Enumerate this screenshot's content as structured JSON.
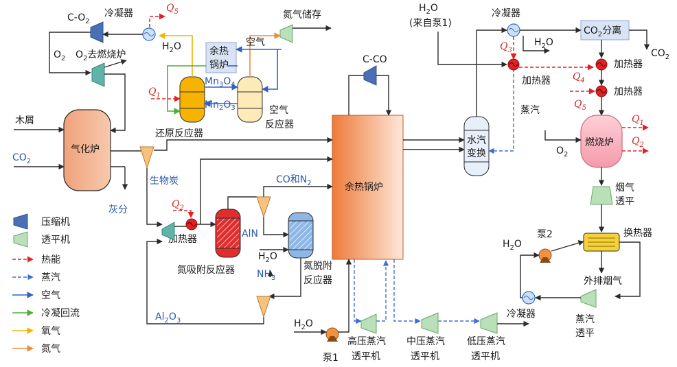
{
  "labels": {
    "c_o2": "C-O",
    "c_o2_sub": "2",
    "condenser_top_left": "冷凝器",
    "q5": "Q",
    "q5_sub": "5",
    "h2o_left": "H",
    "h2o_left_sub": "2",
    "h2o_left_tail": "O",
    "o2": "O",
    "o2_sub": "2",
    "o2_to_burner": "O",
    "o2_to_burner_sub": "2",
    "o2_to_burner_tail": "去燃烧炉",
    "whb_small": "余热",
    "whb_small_2": "锅炉",
    "air_top": "空气",
    "n2_storage": "氮气储存",
    "mn3o4": "Mn",
    "mn3o4_sub1": "3",
    "mn3o4_mid": "O",
    "mn3o4_sub2": "4",
    "mn2o3": "Mn",
    "mn2o3_sub1": "2",
    "mn2o3_mid": "O",
    "mn2o3_sub2": "3",
    "q1_left": "Q",
    "q1_left_sub": "1",
    "air_reactor_1": "空气",
    "air_reactor_2": "反应器",
    "reduction_reactor": "还原反应器",
    "wood_chips": "木屑",
    "co2_in": "CO",
    "co2_in_sub": "2",
    "gasifier": "气化炉",
    "biochar": "生物炭",
    "ash": "灰分",
    "c_co": "C-CO",
    "co_n2": "CO和N",
    "co_n2_sub": "2",
    "whb_main": "余热锅炉",
    "q2_left": "Q",
    "q2_left_sub": "2",
    "aln": "AlN",
    "heater_left": "加热器",
    "n_abs_reactor": "氮吸附反应器",
    "h2o_mid": "H",
    "h2o_mid_sub": "2",
    "h2o_mid_tail": "O",
    "nh3": "NH",
    "nh3_sub": "3",
    "n_des_1": "氮脱附",
    "n_des_2": "反应器",
    "al2o3": "Al",
    "al2o3_sub1": "2",
    "al2o3_mid": "O",
    "al2o3_sub2": "3",
    "h2o_pump1": "H",
    "h2o_pump1_sub": "2",
    "h2o_pump1_tail": "O",
    "pump1": "泵1",
    "hp_turbine_1": "高压蒸汽",
    "hp_turbine_2": "透平机",
    "mp_turbine_1": "中压蒸汽",
    "mp_turbine_2": "透平机",
    "lp_turbine_1": "低压蒸汽",
    "lp_turbine_2": "透平机",
    "h2o_from_pump": "H",
    "h2o_from_pump_sub": "2",
    "h2o_from_pump_tail": "O",
    "from_pump1": "(来自泵1)",
    "condenser_top_right": "冷凝器",
    "co2_sep": "CO",
    "co2_sep_sub": "2",
    "co2_sep_tail": "分离",
    "h2o_right": "H",
    "h2o_right_sub": "2",
    "h2o_right_tail": "O",
    "co2_out": "CO",
    "co2_out_sub": "2",
    "q3": "Q",
    "q3_sub": "3",
    "heater_r1": "加热器",
    "heater_r2": "加热器",
    "heater_r3": "加热器",
    "q4": "Q",
    "q4_sub": "4",
    "q5_right": "Q",
    "q5_right_sub": "5",
    "steam_lbl": "蒸汽",
    "wgs_1": "水汽",
    "wgs_2": "变换",
    "o2_combustor": "O",
    "o2_combustor_sub": "2",
    "combustor": "燃烧炉",
    "q1_right": "Q",
    "q1_right_sub": "1",
    "q2_right": "Q",
    "q2_right_sub": "2",
    "flue_turbine_1": "烟气",
    "flue_turbine_2": "透平",
    "pump2": "泵2",
    "h2o_pump2": "H",
    "h2o_pump2_sub": "2",
    "h2o_pump2_tail": "O",
    "heat_exchanger": "换热器",
    "exhaust": "外排烟气",
    "condenser_bottom": "冷凝器",
    "steam_turbine_1": "蒸汽",
    "steam_turbine_2": "透平"
  },
  "legend": [
    {
      "label": "压缩机",
      "kind": "compressor"
    },
    {
      "label": "透平机",
      "kind": "turbine"
    },
    {
      "label": "热能",
      "kind": "heat",
      "color": "#e02222"
    },
    {
      "label": "蒸汽",
      "kind": "steam",
      "color": "#3b6fd6"
    },
    {
      "label": "空气",
      "kind": "air",
      "color": "#2f62c8"
    },
    {
      "label": "冷凝回流",
      "kind": "condensate",
      "color": "#4caf2e"
    },
    {
      "label": "氧气",
      "kind": "oxygen",
      "color": "#f4b400"
    },
    {
      "label": "氮气",
      "kind": "nitrogen",
      "color": "#ee8a3c"
    }
  ],
  "colors": {
    "compressor": "#4a6fb5",
    "turbine": "#b9e0b9",
    "gasifier": "#f2b48e",
    "whb": "#f08a4b",
    "combustor": "#f9a8b4",
    "reduction_reactor": "#f6b400",
    "air_reactor": "#fdeab7",
    "aln_reactor": "#e02d2d",
    "des_reactor": "#8db7e6"
  }
}
